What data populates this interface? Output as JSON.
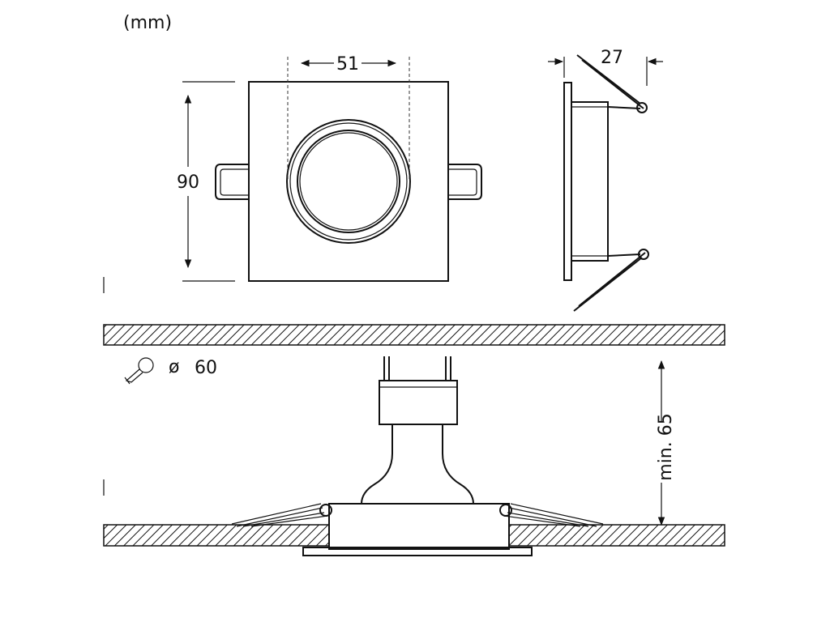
{
  "drawing": {
    "unit_label": "(mm)",
    "front_view": {
      "cutout_width_label": "51",
      "height_label": "90"
    },
    "side_view": {
      "depth_label": "27"
    },
    "install_view": {
      "hole_symbol": "ø",
      "hole_diameter_label": "60",
      "min_depth_label": "min. 65"
    },
    "colors": {
      "line": "#111111",
      "background": "#ffffff"
    }
  }
}
